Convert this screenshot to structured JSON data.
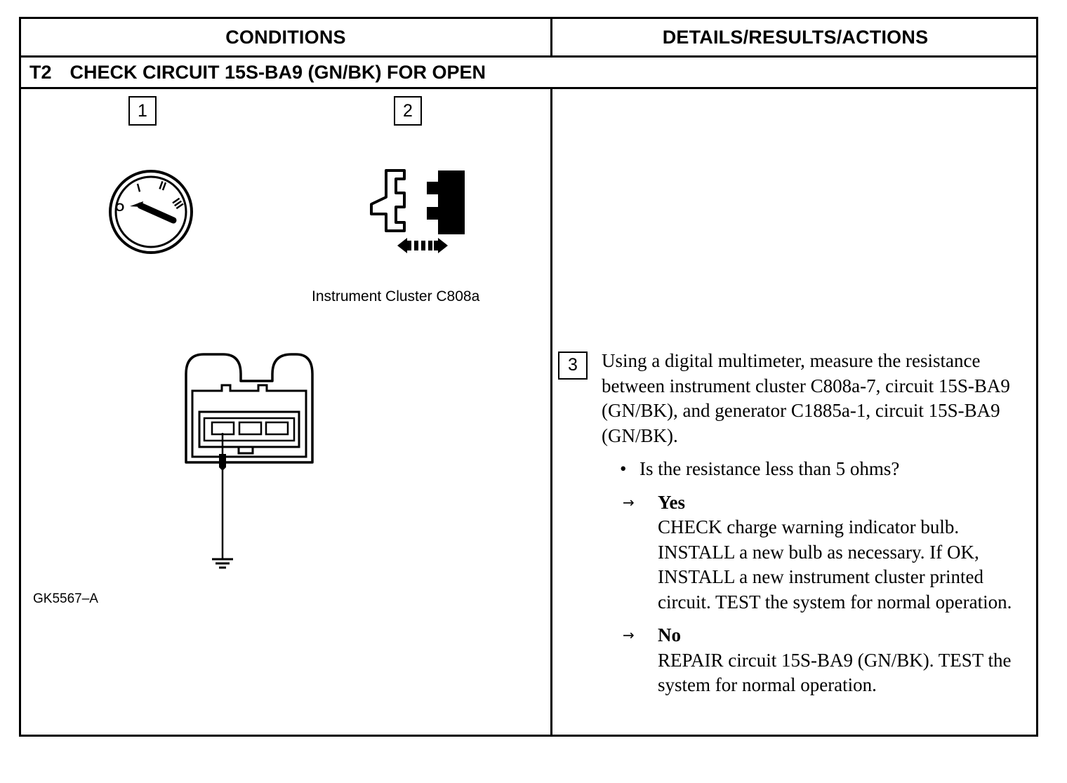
{
  "table": {
    "header_conditions": "CONDITIONS",
    "header_details": "DETAILS/RESULTS/ACTIONS"
  },
  "step": {
    "code": "T2",
    "title": "CHECK CIRCUIT 15S-BA9 (GN/BK) FOR OPEN"
  },
  "illustration": {
    "box1": "1",
    "box2": "2",
    "connector_caption": "Instrument Cluster C808a",
    "figure_id": "GK5567–A",
    "ignition_positions": [
      "O",
      "I",
      "II",
      "III"
    ],
    "icons": [
      "ignition-switch-icon",
      "connector-disconnect-icon",
      "connector-probe-ground-icon"
    ]
  },
  "details": {
    "step_number": "3",
    "instruction": "Using a digital multimeter, measure the resistance between instrument cluster C808a-7, circuit 15S-BA9 (GN/BK), and generator C1885a-1, circuit 15S-BA9 (GN/BK).",
    "bullet": "•",
    "question": "Is the resistance less than 5 ohms?",
    "arrow": "→",
    "yes_label": "Yes",
    "yes_action": "CHECK charge warning indicator bulb. INSTALL a new bulb as necessary. If OK, INSTALL a new instrument cluster printed circuit. TEST the system for normal operation.",
    "no_label": "No",
    "no_action": "REPAIR circuit 15S-BA9 (GN/BK). TEST the system for normal operation."
  }
}
